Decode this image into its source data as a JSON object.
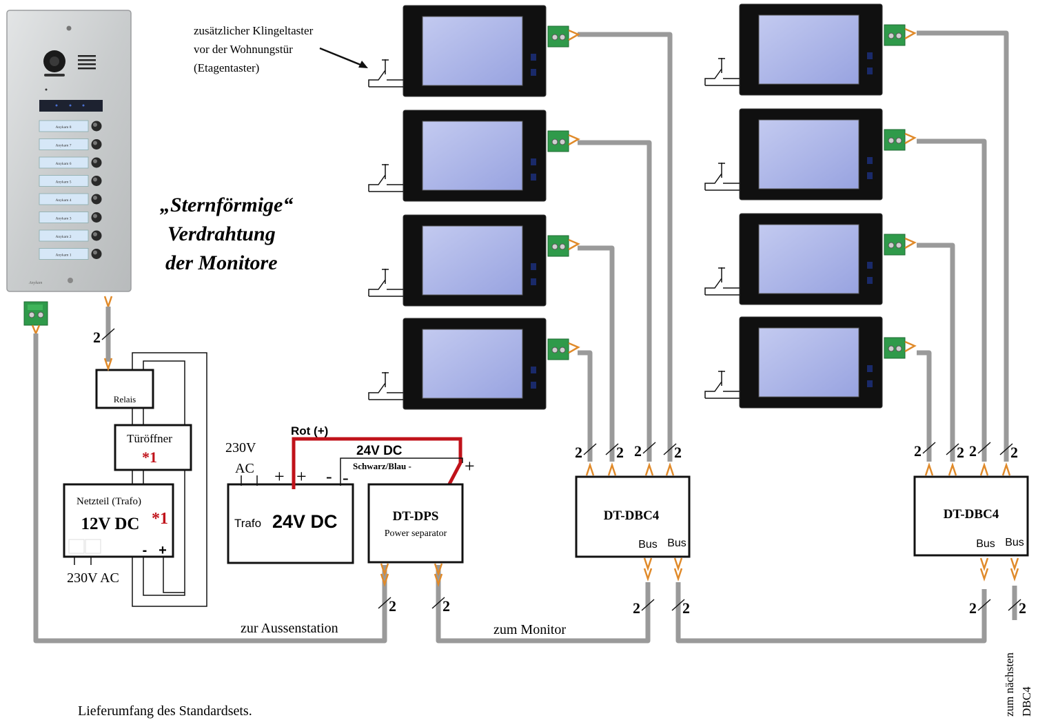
{
  "title": {
    "line1": "„Sternförmige“",
    "line2": "Verdrahtung",
    "line3": "der Monitore"
  },
  "panel": {
    "nameplates": [
      "Anykam 8",
      "Anykam 7",
      "Anykam 6",
      "Anykam 5",
      "Anykam 4",
      "Anykam 3",
      "Anykam 2",
      "Anykam 1"
    ],
    "brand": "Anykam"
  },
  "annotation": {
    "line1": "zusätzlicher Klingeltaster",
    "line2": "vor der Wohnungstür",
    "line3": "(Etagentaster)"
  },
  "components": {
    "relais": "Relais",
    "tueroeffner": "Türöffner",
    "tueroeffner_note": "*1",
    "netzteil_label": "Netzteil (Trafo)",
    "netzteil_value": "12V DC",
    "netzteil_note": "*1",
    "netzteil_minus": "-",
    "netzteil_plus": "+",
    "netzteil_input": "230V AC",
    "trafo_input_v": "230V",
    "trafo_input_ac": "AC",
    "trafo_prefix": "Trafo",
    "trafo_value": "24V DC",
    "trafo_plus": "+",
    "trafo_minus": "-",
    "dps_name": "DT-DPS",
    "dps_sub": "Power separator",
    "dps_plus_a": "+",
    "dps_minus_a": "-",
    "dps_plus_out": "+",
    "dbc4_left": "DT-DBC4",
    "dbc4_right": "DT-DBC4",
    "bus": "Bus"
  },
  "wires": {
    "rot": "Rot (+)",
    "dc24": "24V  DC",
    "schwarz": "Schwarz/Blau -",
    "count": "2",
    "zur_aussenstation": "zur Aussenstation",
    "zum_monitor": "zum Monitor",
    "zum_naechsten": "zum nächsten",
    "dbc4_ref": "DBC4"
  },
  "footer": "Lieferumfang des Standardsets.",
  "colors": {
    "cable": "#9a9a9a",
    "red_wire": "#c0121a",
    "note_red": "#c0121a",
    "monitor_frame": "#111111",
    "screen": "#a9b3e8",
    "terminal_green": "#2f9a4a",
    "wire_orange": "#e08a2a",
    "panel_steel": "#cfd2d4"
  }
}
